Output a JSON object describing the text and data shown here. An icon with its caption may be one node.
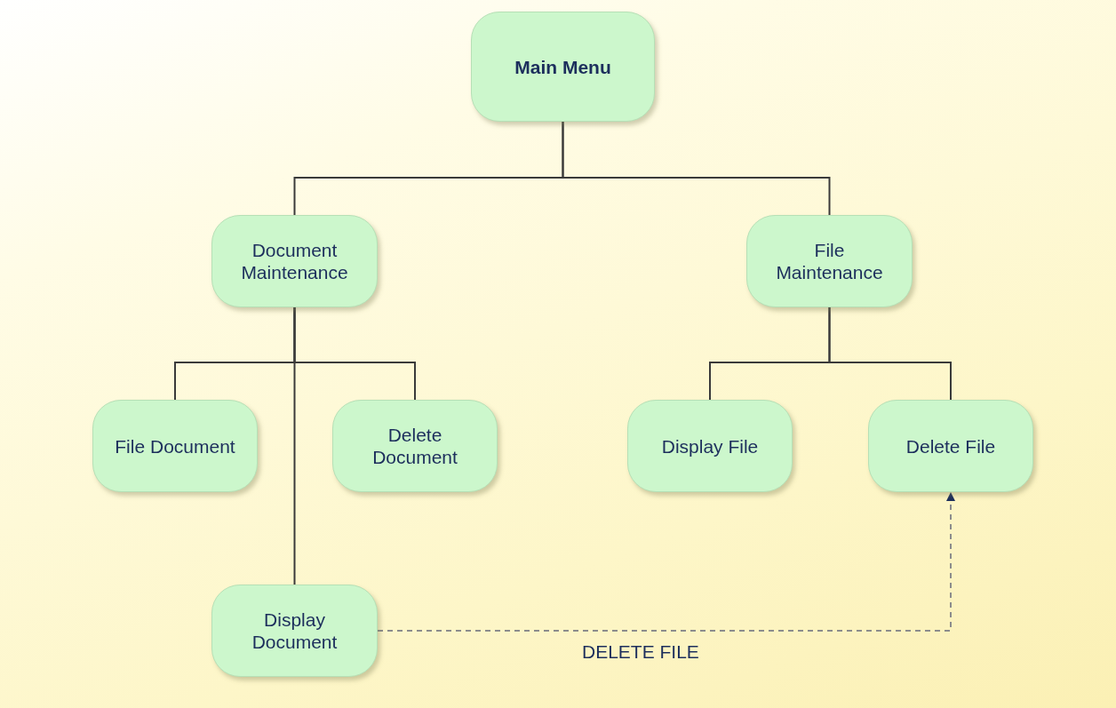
{
  "diagram": {
    "nodes": [
      {
        "text": [
          "Main Menu"
        ]
      },
      {
        "text": [
          "Document Maintenance"
        ]
      },
      {
        "text": [
          "File Maintenance"
        ]
      },
      {
        "text": [
          "File Document"
        ]
      },
      {
        "text": [
          "Delete Document"
        ]
      },
      {
        "text": [
          "Display File"
        ]
      },
      {
        "text": [
          "Delete File"
        ]
      },
      {
        "text": [
          "Display Document"
        ]
      }
    ],
    "edges": [
      {
        "from": 0,
        "to": 1,
        "arrow": "none"
      },
      {
        "from": 0,
        "to": 2,
        "arrow": "none"
      },
      {
        "from": 1,
        "to": 3,
        "arrow": "none"
      },
      {
        "from": 1,
        "to": 4,
        "arrow": "none"
      },
      {
        "from": 1,
        "to": 7,
        "arrow": "none"
      },
      {
        "from": 2,
        "to": 5,
        "arrow": "none"
      },
      {
        "from": 2,
        "to": 6,
        "arrow": "none"
      },
      {
        "from": 7,
        "to": 6,
        "arrow": "to",
        "label": "DELETE FILE",
        "style": "dashed",
        "color": "#8c8c8c"
      }
    ]
  }
}
